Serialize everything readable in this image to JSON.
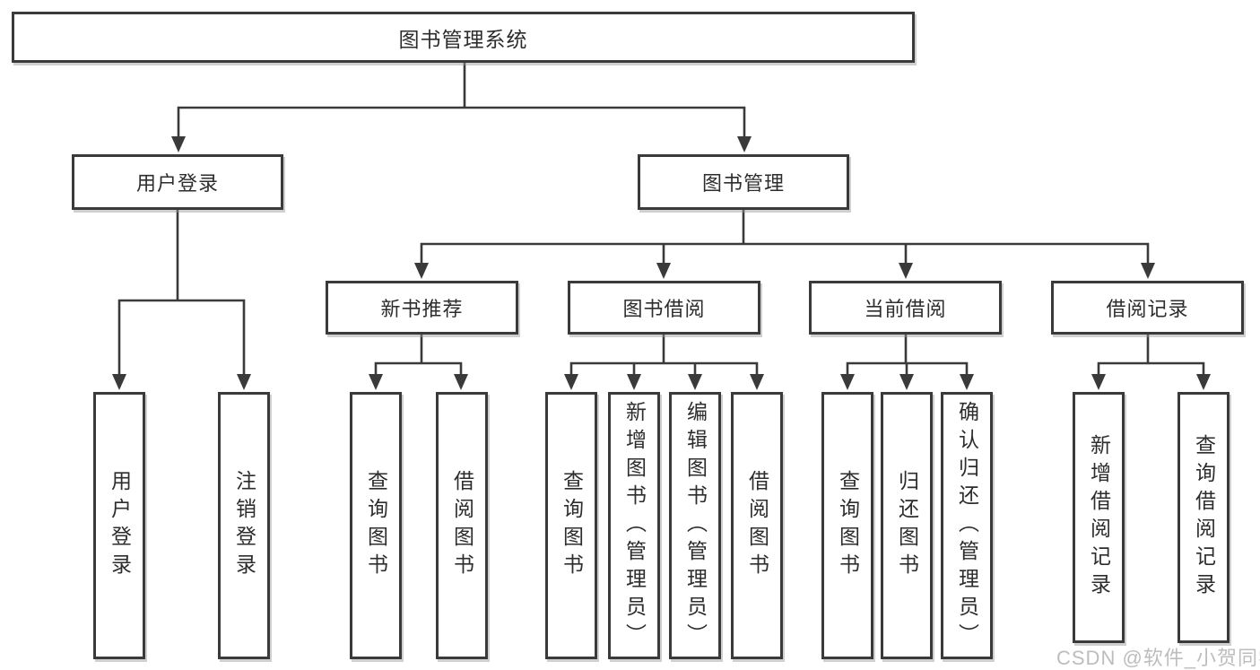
{
  "colors": {
    "line": "#3a3a3a",
    "text": "#2d2d2d",
    "background": "#ffffff",
    "watermark": "#bdbdbd"
  },
  "watermark": {
    "text": "CSDN @软件_小贺同学"
  },
  "diagram": {
    "root": {
      "label": "图书管理系统"
    },
    "branches": [
      {
        "label": "用户登录",
        "children": [
          {
            "label": "用户登录"
          },
          {
            "label": "注销登录"
          }
        ]
      },
      {
        "label": "图书管理",
        "children": [
          {
            "label": "新书推荐",
            "children": [
              {
                "label": "查询图书"
              },
              {
                "label": "借阅图书"
              }
            ]
          },
          {
            "label": "图书借阅",
            "children": [
              {
                "label": "查询图书"
              },
              {
                "label": "新增图书（管理员）"
              },
              {
                "label": "编辑图书（管理员）"
              },
              {
                "label": "借阅图书"
              }
            ]
          },
          {
            "label": "当前借阅",
            "children": [
              {
                "label": "查询图书"
              },
              {
                "label": "归还图书"
              },
              {
                "label": "确认归还（管理员）"
              }
            ]
          },
          {
            "label": "借阅记录",
            "children": [
              {
                "label": "新增借阅记录"
              },
              {
                "label": "查询借阅记录"
              }
            ]
          }
        ]
      }
    ]
  }
}
